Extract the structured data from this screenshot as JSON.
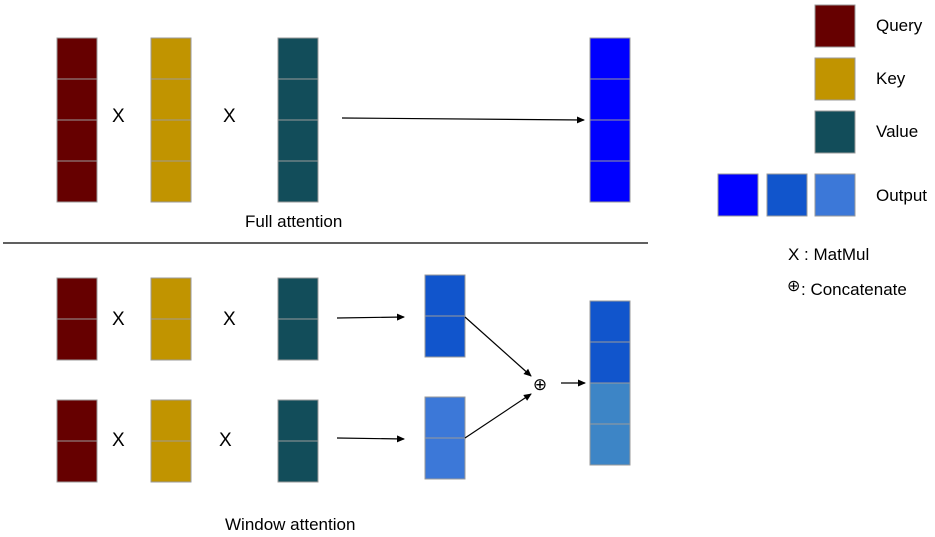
{
  "colors": {
    "query": "#660000",
    "key": "#c19400",
    "value": "#124d5a",
    "output_full": "#0000ff",
    "output_window_a": "#1155cc",
    "output_window_b": "#3c78d8",
    "output_concat_b": "#3d85c6"
  },
  "full_attention": {
    "caption": "Full attention",
    "operator_1": "X",
    "operator_2": "X"
  },
  "window_attention": {
    "caption": "Window attention",
    "row_1": {
      "operator_1": "X",
      "operator_2": "X"
    },
    "row_2": {
      "operator_1": "X",
      "operator_2": "X"
    },
    "concat_symbol": "⊕"
  },
  "legend": {
    "query_label": "Query",
    "key_label": "Key",
    "value_label": "Value",
    "output_label": "Output",
    "matmul_note": "X : MatMul",
    "concat_symbol": "⊕",
    "concat_note": ": Concatenate"
  }
}
